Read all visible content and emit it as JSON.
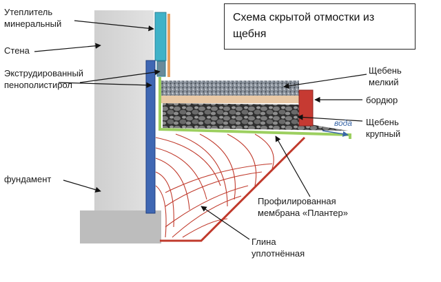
{
  "title": "Схема скрытой отмостки из щебня",
  "labels": {
    "insulation_mineral": [
      "Утеплитель",
      "минеральный"
    ],
    "wall": "Стена",
    "xps": [
      "Экструдированный",
      "пенополистирол"
    ],
    "foundation": "фундамент",
    "gravel_fine": [
      "Щебень",
      "мелкий"
    ],
    "curb": "бордюр",
    "gravel_coarse": [
      "Щебень",
      "крупный"
    ],
    "water": "вода",
    "membrane": [
      "Профилированная",
      "мембрана «Плантер»"
    ],
    "clay": [
      "Глина",
      "уплотнённая"
    ]
  },
  "colors": {
    "wall": "#d9d9d9",
    "foundation": "#bdbdbd",
    "xps": "#3f67b3",
    "mineral_insulation": "#3fb2c8",
    "membrane": "#9ccf5f",
    "clay_arcs": "#c0392b",
    "curb": "#c63a32",
    "sand": "#e9c9a6"
  }
}
